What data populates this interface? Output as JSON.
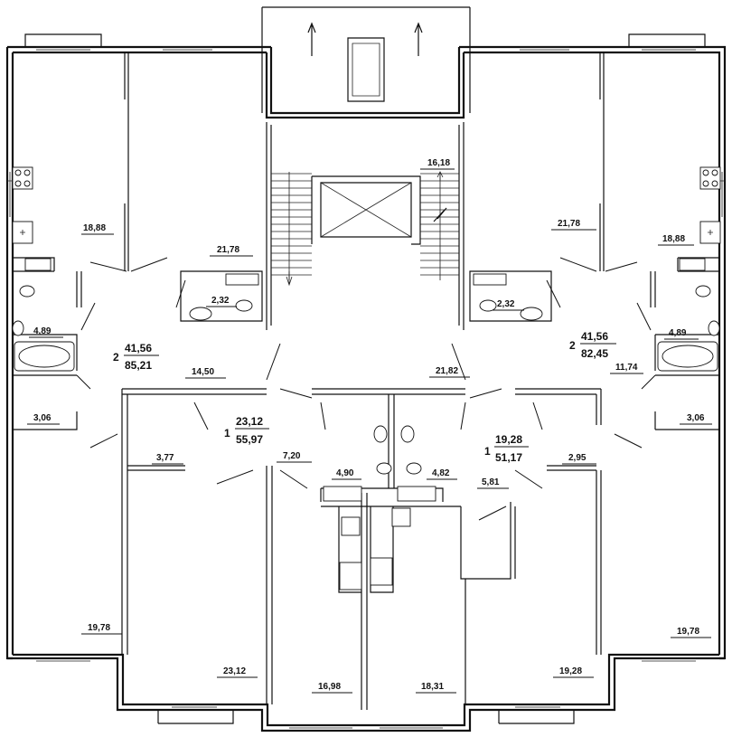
{
  "rooms": {
    "r1": "18,88",
    "r2": "21,78",
    "r3": "16,18",
    "r4": "21,78",
    "r5": "18,88",
    "r6": "2,32",
    "r7": "2,32",
    "r8": "4,89",
    "r9": "4,89",
    "r10": "14,50",
    "r11": "21,82",
    "r12": "11,74",
    "r13": "3,06",
    "r14": "3,06",
    "r15": "7,20",
    "r16": "3,77",
    "r17": "2,95",
    "r18": "4,90",
    "r19": "4,82",
    "r20": "5,81",
    "r21": "19,78",
    "r22": "19,78",
    "r23": "23,12",
    "r24": "16,98",
    "r25": "18,31",
    "r26": "19,28"
  },
  "apartments": {
    "a1": {
      "rooms": "2",
      "living": "41,56",
      "total": "85,21"
    },
    "a2": {
      "rooms": "1",
      "living": "23,12",
      "total": "55,97"
    },
    "a3": {
      "rooms": "1",
      "living": "19,28",
      "total": "51,17"
    },
    "a4": {
      "rooms": "2",
      "living": "41,56",
      "total": "82,45"
    }
  }
}
